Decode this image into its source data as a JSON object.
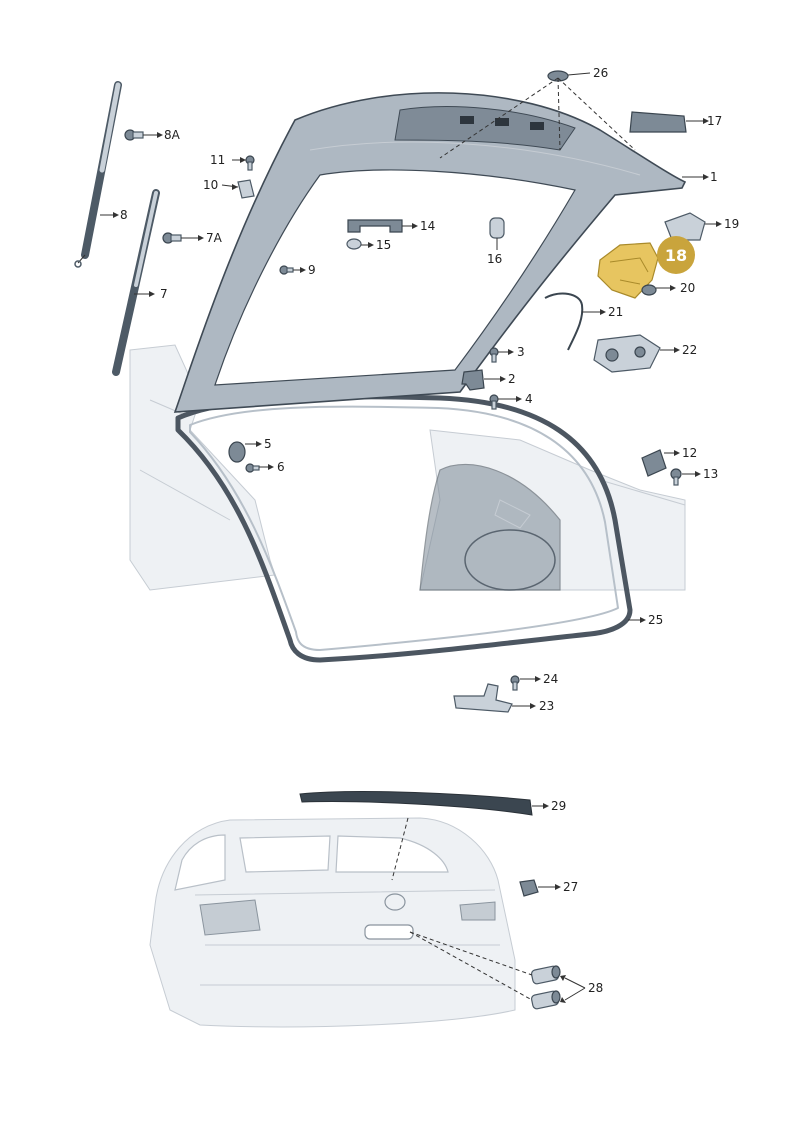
{
  "labels": {
    "l1": "1",
    "l2": "2",
    "l3": "3",
    "l4": "4",
    "l5": "5",
    "l6": "6",
    "l7": "7",
    "l7a": "7A",
    "l8": "8",
    "l8a": "8A",
    "l9": "9",
    "l10": "10",
    "l11": "11",
    "l12": "12",
    "l13": "13",
    "l14": "14",
    "l15": "15",
    "l16": "16",
    "l17": "17",
    "l18": "18",
    "l19": "19",
    "l20": "20",
    "l21": "21",
    "l22": "22",
    "l23": "23",
    "l24": "24",
    "l25": "25",
    "l26": "26",
    "l27": "27",
    "l28": "28",
    "l29": "29"
  },
  "colors": {
    "highlight": "#e7c560",
    "badge": "#c9a43c",
    "part": "#c9d1d9",
    "outline": "#4d5a66"
  }
}
